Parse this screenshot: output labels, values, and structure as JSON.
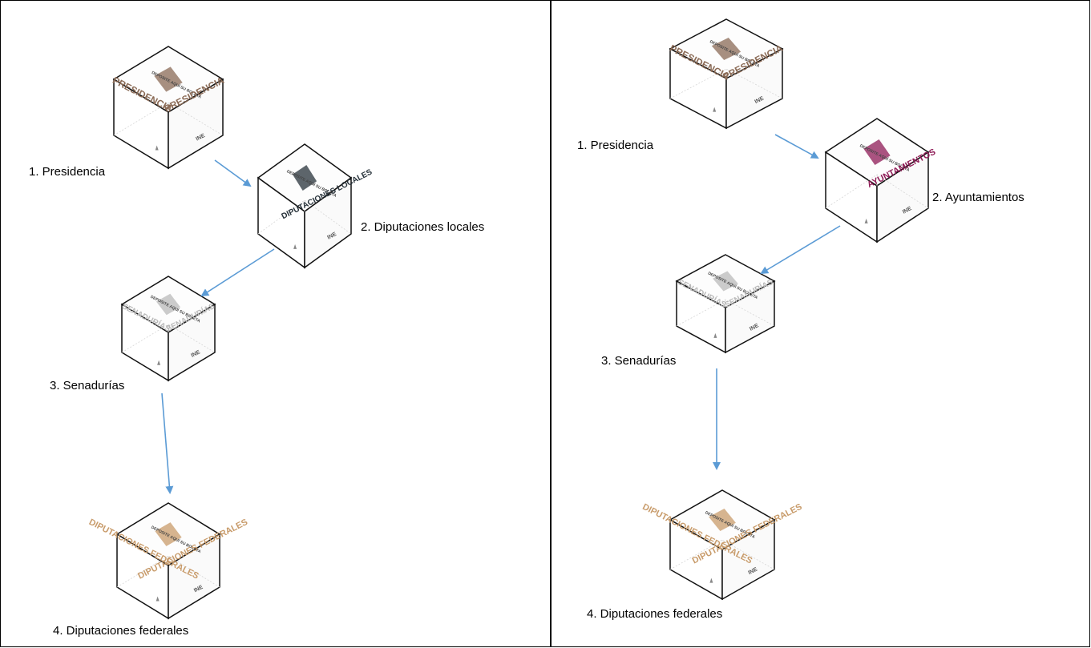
{
  "panels": {
    "left": {
      "labels": [
        "1. Presidencia",
        "2. Diputaciones locales",
        "3. Senadurías",
        "4. Diputaciones federales"
      ]
    },
    "right": {
      "labels": [
        "1. Presidencia",
        "2. Ayuntamientos",
        "3. Senadurías",
        "4. Diputaciones federales"
      ]
    }
  },
  "box_texts": {
    "presidencia": "PRESIDENCIA",
    "diputaciones_locales": "DIPUTACIONES LOCALES",
    "ayuntamientos": "AYUNTAMIENTOS",
    "senadurias": "SENADURÍAS",
    "diputaciones_federales": "DIPUTACIONES FEDERALES",
    "slot_text": "DEPOSITE AQUÍ SU BOLETA",
    "logo": "INE"
  },
  "colors": {
    "presidencia": "#8a6a55",
    "diputaciones_locales": "#27323a",
    "ayuntamientos": "#8e1a55",
    "senadurias": "#b9b9b9",
    "diputaciones_federales": "#c89b6a",
    "arrow": "#5b9bd5",
    "border": "#000000"
  }
}
